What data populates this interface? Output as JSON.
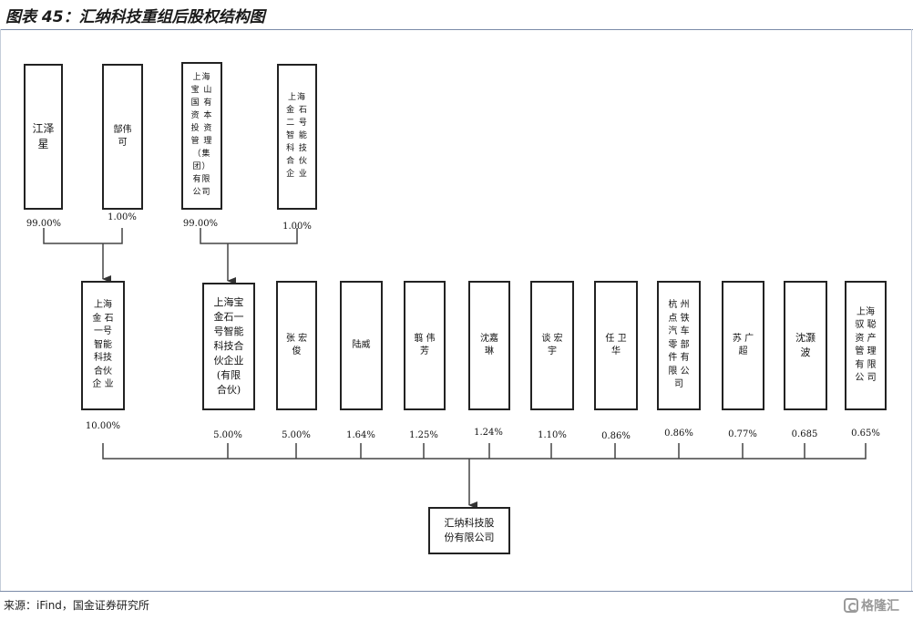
{
  "header": {
    "title": "图表 45：汇纳科技重组后股权结构图"
  },
  "footer": {
    "source": "来源：iFind，国金证券研究所",
    "watermark": "格隆汇"
  },
  "top_holders": [
    {
      "name": "江泽星",
      "pct": "99.00%"
    },
    {
      "name": "郜伟\n可",
      "pct": "1.00%"
    },
    {
      "name": "上海\n宝 山\n国 有\n资 本\n投 资\n管 理\n（集\n团）\n有限\n公司",
      "pct": "99.00%"
    },
    {
      "name": "上海\n金 石\n二 号\n智 能\n科 技\n合 伙\n企 业",
      "pct": "1.00%"
    }
  ],
  "holders": [
    {
      "name": "上海\n金 石\n一号\n智能\n科技\n合伙\n企 业",
      "pct": "10.00%"
    },
    {
      "name": "上海宝\n金石一\n号智能\n科技合\n伙企业\n(有限\n合伙)",
      "pct": "5.00%"
    },
    {
      "name": "张 宏\n俊",
      "pct": "5.00%"
    },
    {
      "name": "陆威",
      "pct": "1.64%"
    },
    {
      "name": "翦 伟\n芳",
      "pct": "1.25%"
    },
    {
      "name": "沈嘉\n琳",
      "pct": "1.24%"
    },
    {
      "name": "谈 宏\n宇",
      "pct": "1.10%"
    },
    {
      "name": "任 卫\n华",
      "pct": "0.86%"
    },
    {
      "name": "杭 州\n点 铁\n汽 车\n零 部\n件 有\n限 公\n司",
      "pct": "0.86%"
    },
    {
      "name": "苏 广\n超",
      "pct": "0.77%"
    },
    {
      "name": "沈灏\n波",
      "pct": "0.685"
    },
    {
      "name": "上海\n驭 聪\n资 产\n管 理\n有 限\n公 司",
      "pct": "0.65%"
    }
  ],
  "company": {
    "name": "汇纳科技股\n份有限公司"
  }
}
